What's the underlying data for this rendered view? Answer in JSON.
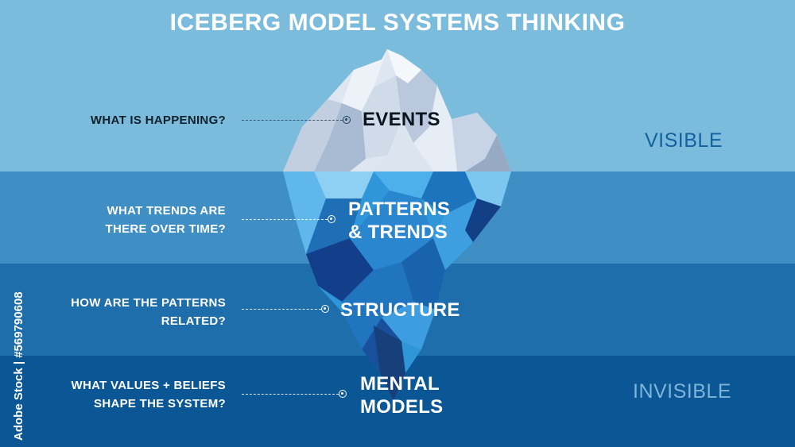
{
  "title": "ICEBERG MODEL SYSTEMS THINKING",
  "colors": {
    "sky": "#7bbcdd",
    "layer_1": "#3f8ec4",
    "layer_2": "#1e6eab",
    "layer_3": "#0b5795",
    "visible_label": "#15609f",
    "invisible_label": "#7fb4da"
  },
  "levels": [
    {
      "name": "EVENTS",
      "question": "WHAT IS HAPPENING?"
    },
    {
      "name": "PATTERNS\n& TRENDS",
      "question": "WHAT TRENDS ARE\nTHERE OVER TIME?"
    },
    {
      "name": "STRUCTURE",
      "question": "HOW ARE THE PATTERNS\nRELATED?"
    },
    {
      "name": "MENTAL\nMODELS",
      "question": "WHAT VALUES + BELIEFS\nSHAPE THE SYSTEM?"
    }
  ],
  "zones": {
    "visible": "VISIBLE",
    "invisible": "INVISIBLE"
  },
  "stock_id": "Adobe Stock | #569790608"
}
